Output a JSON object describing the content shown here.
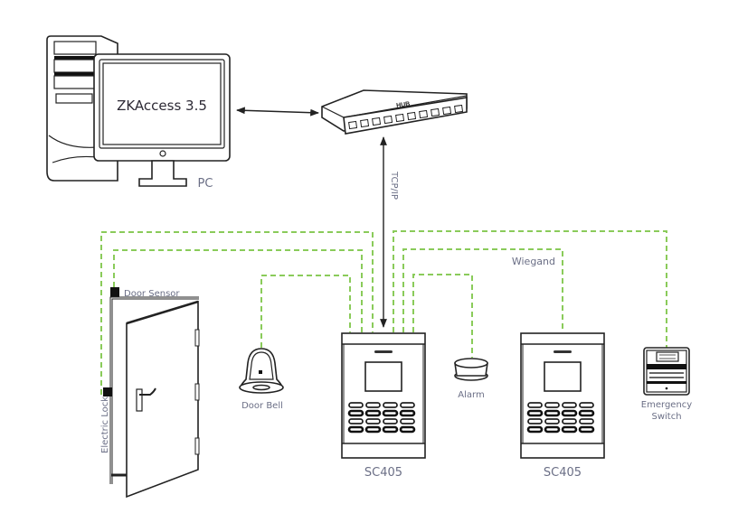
{
  "diagram": {
    "pc": {
      "screen_text": "ZKAccess 3.5",
      "label": "PC"
    },
    "hub": {
      "label": "HUB"
    },
    "link_pc_hub": {
      "label": ""
    },
    "link_hub_controller": {
      "label": "TCP/IP"
    },
    "door": {
      "sensor_label": "Door Sensor",
      "lock_label": "Electric Lock"
    },
    "door_bell": {
      "label": "Door Bell"
    },
    "controller_1": {
      "label": "SC405"
    },
    "alarm": {
      "label": "Alarm"
    },
    "controller_2": {
      "label": "SC405"
    },
    "wiegand": {
      "label": "Wiegand"
    },
    "emergency_switch": {
      "label_line1": "Emergency",
      "label_line2": "Switch"
    },
    "colors": {
      "wire": "#8acb5a",
      "label": "#6b6f86",
      "outline": "#222222"
    }
  }
}
